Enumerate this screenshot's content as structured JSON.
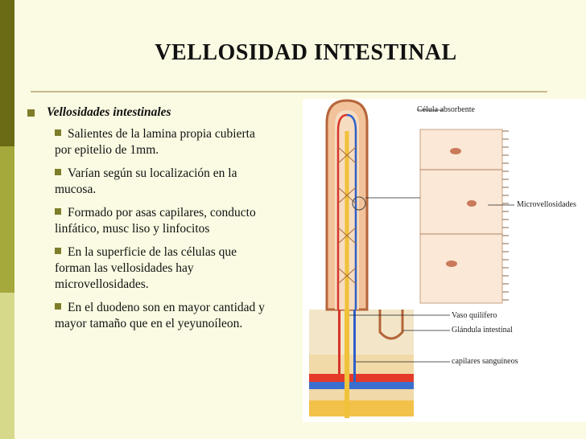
{
  "slide": {
    "title": "VELLOSIDAD INTESTINAL",
    "main_bullet": "Vellosidades intestinales",
    "sub_bullets": [
      "Salientes de la lamina propia cubierta por epitelio de 1mm.",
      "Varían según su localización en la mucosa.",
      "Formado por asas capilares, conducto linfático, musc liso y linfocitos",
      "En la superficie de las células que forman las vellosidades hay microvellosidades.",
      "En el duodeno son en mayor cantidad y mayor tamaño que en el yeyunoíleon."
    ]
  },
  "figure": {
    "labels": {
      "absorbent_cell": "Célula absorbente",
      "microvilli": "Microvellosidades",
      "lacteal": "Vaso quilífero",
      "gland": "Glándula intestinal",
      "capillaries": "capilares sanguíneos"
    }
  },
  "colors": {
    "accent_dark": "#6b6b15",
    "accent_mid": "#a5a83a",
    "accent_light": "#d6d88a",
    "background": "#fbfbe3",
    "bullet": "#7d7d2a"
  }
}
